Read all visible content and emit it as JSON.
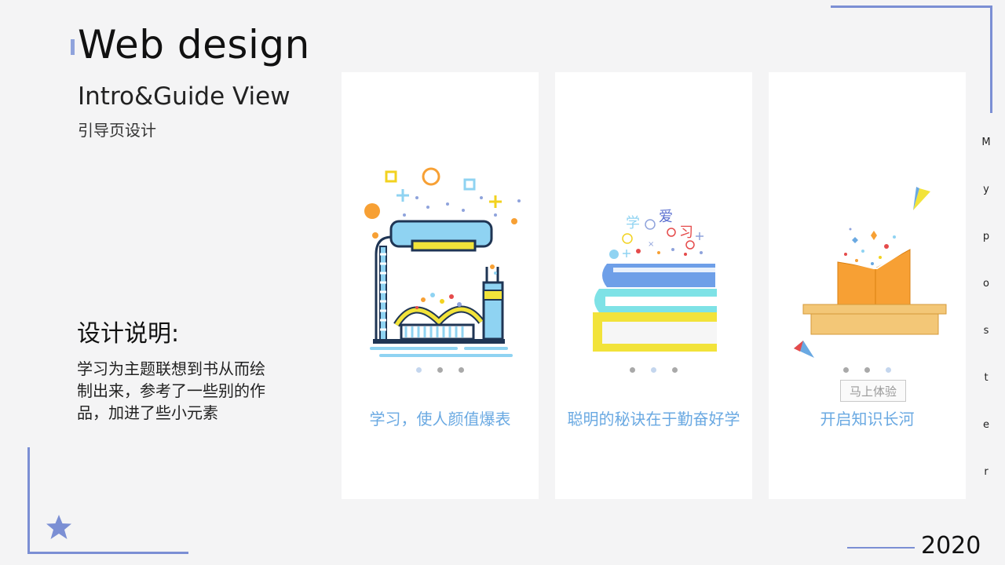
{
  "header": {
    "title": "Web design",
    "subtitle": "Intro&Guide View",
    "cn_subtitle": "引导页设计"
  },
  "description": {
    "heading": "设计说明:",
    "lines": [
      "学习为主题联想到书从而绘",
      "制出来，参考了一些别的作",
      "品，加进了些小元素"
    ]
  },
  "vertical_letters": [
    "M",
    "y",
    "p",
    "o",
    "s",
    "t",
    "e",
    "r"
  ],
  "year": "2020",
  "cards": [
    {
      "caption": "学习，使人颜值爆表",
      "active_dot": 0,
      "illustration": "lamp-book-illustration"
    },
    {
      "caption": "聪明的秘诀在于勤奋好学",
      "active_dot": 1,
      "illustration": "book-stack-illustration",
      "floating_chars": [
        "学",
        "爱",
        "习"
      ]
    },
    {
      "caption": "开启知识长河",
      "active_dot": 2,
      "illustration": "open-book-illustration",
      "cta_label": "马上体验"
    }
  ],
  "colors": {
    "accent_blue": "#7b8fd4",
    "caption_blue": "#6aa9e2",
    "book_orange": "#f7a034",
    "lamp_cyan": "#8fd3f2",
    "book_yellow": "#f2e33a"
  }
}
